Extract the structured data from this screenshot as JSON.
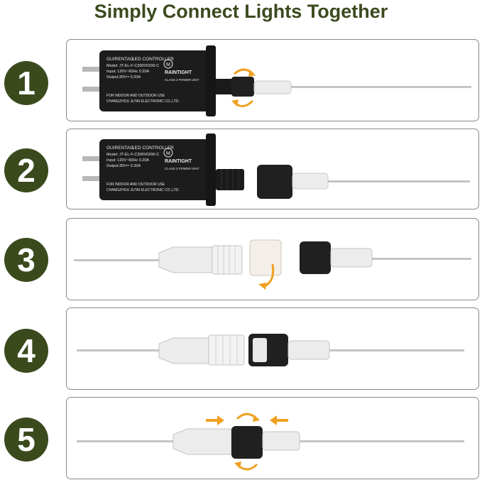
{
  "title": "Simply Connect Lights Together",
  "steps": [
    {
      "number": "1"
    },
    {
      "number": "2"
    },
    {
      "number": "3"
    },
    {
      "number": "4"
    },
    {
      "number": "5"
    }
  ],
  "controller_label": {
    "brand": "GUIRENTAO",
    "name": "LED CONTROLLER",
    "model": "Model: JT-EL-F-C300V0200-C",
    "input": "Input: 120V~60Hz 0.20A",
    "output": "Output:30V⎓ 0.20A",
    "note": "FOR INDOOR AND OUTDOOR USE",
    "maker": "CHANGZHOU JUTAI ELECTRONIC CO.,LTD.",
    "rating": "RAINTIGHT",
    "class": "CLASS 2 POWER UNIT",
    "mark": "M"
  },
  "colors": {
    "title": "#3b4a1e",
    "circle": "#3a4a1d",
    "arrow": "#f0a020",
    "controller": "#1c1c1c",
    "nut": "#202020"
  }
}
